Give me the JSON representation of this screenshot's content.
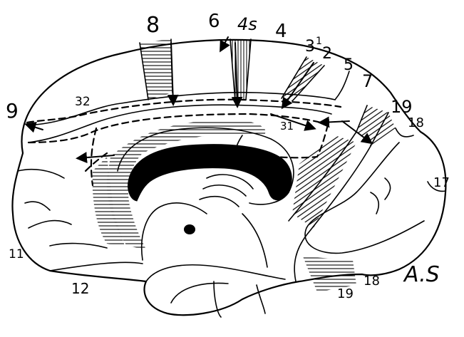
{
  "diagram": {
    "area_labels": [
      {
        "id": "area-8",
        "text": "8"
      },
      {
        "id": "area-6",
        "text": "6"
      },
      {
        "id": "area-4s",
        "text": "4s"
      },
      {
        "id": "area-4",
        "text": "4"
      },
      {
        "id": "area-3",
        "text": "3"
      },
      {
        "id": "area-1",
        "text": "1"
      },
      {
        "id": "area-2",
        "text": "2"
      },
      {
        "id": "area-5",
        "text": "5"
      },
      {
        "id": "area-7",
        "text": "7"
      },
      {
        "id": "area-9",
        "text": "9"
      },
      {
        "id": "area-32",
        "text": "32"
      },
      {
        "id": "area-31",
        "text": "31"
      },
      {
        "id": "area-19-top",
        "text": "19"
      },
      {
        "id": "area-18-top",
        "text": "18"
      },
      {
        "id": "area-17",
        "text": "17"
      },
      {
        "id": "area-11",
        "text": "11"
      },
      {
        "id": "area-12",
        "text": "12"
      },
      {
        "id": "area-18-bottom",
        "text": "18"
      },
      {
        "id": "area-19-bottom",
        "text": "19"
      }
    ],
    "signature": "A.S"
  }
}
